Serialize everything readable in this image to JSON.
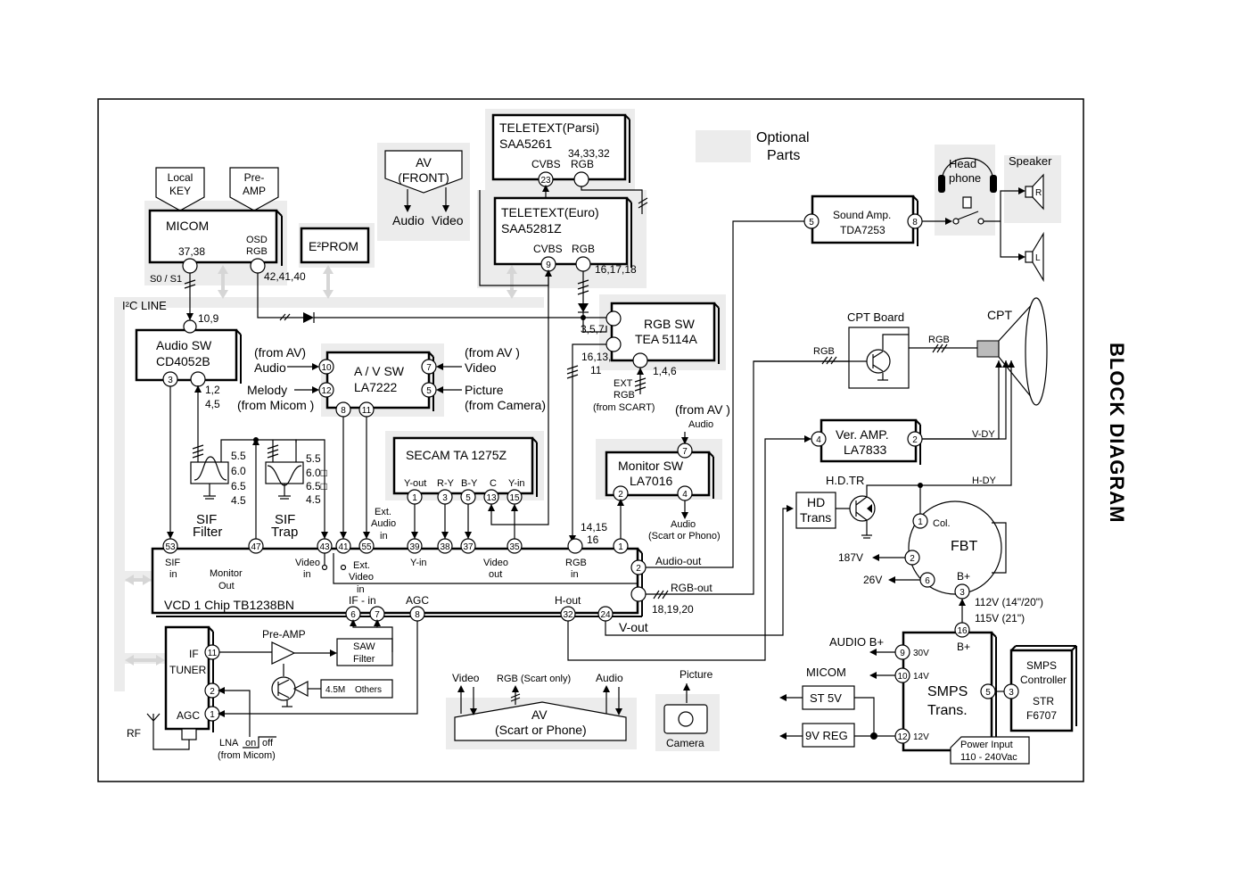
{
  "title": "BLOCK DIAGRAM",
  "legend": {
    "line1": "Optional",
    "line2": "Parts"
  },
  "i2c": "I²C LINE",
  "blocks": {
    "local_key": [
      "Local",
      "KEY"
    ],
    "pre_amp_top": [
      "Pre-",
      "AMP"
    ],
    "micom": {
      "name": "MICOM",
      "pin1": "37,38",
      "pin2a": "OSD",
      "pin2b": "RGB",
      "s0s1": "S0 / S1",
      "rgb_pins": "42,41,40"
    },
    "eeprom": "E²PROM",
    "av_front": {
      "line1": "AV",
      "line2": "(FRONT)",
      "audio": "Audio",
      "video": "Video"
    },
    "teletext_parsi": {
      "line1": "TELETEXT(Parsi)",
      "line2": "SAA5261",
      "cvbs": "CVBS",
      "rgb": "RGB",
      "pins": "34,33,32",
      "pin": "23"
    },
    "teletext_euro": {
      "line1": "TELETEXT(Euro)",
      "line2": "SAA5281Z",
      "cvbs": "CVBS",
      "rgb": "RGB",
      "pins": "16,17,18",
      "pin": "9"
    },
    "audio_sw": {
      "line1": "Audio SW",
      "line2": "CD4052B",
      "pin3": "3",
      "pins": "1,2",
      "pins2": "4,5",
      "top": "10,9"
    },
    "av_sw": {
      "line1": "A / V SW",
      "line2": "LA7222",
      "p10": "10",
      "p12": "12",
      "p7": "7",
      "p5": "5",
      "p8": "8",
      "p11": "11"
    },
    "av_sw_labels": {
      "from_av_audio_1": "(from AV)",
      "from_av_audio_2": "Audio",
      "melody_1": "Melody",
      "melody_2": "(from  Micom )",
      "from_av_video_1": "(from AV )",
      "from_av_video_2": "Video",
      "picture_1": "Picture",
      "picture_2": "(from Camera)"
    },
    "rgb_sw": {
      "line1": "RGB SW",
      "line2": "TEA 5114A",
      "pins_a": "3,5,7",
      "pins_b": "16,13,",
      "pins_c": "11",
      "pins_d": "1,4,6",
      "ext1": "EXT",
      "ext2": "RGB",
      "ext3": "(from SCART)"
    },
    "secam": {
      "line1": "SECAM    TA 1275Z",
      "yout": "Y-out",
      "ry": "R-Y",
      "by": "B-Y",
      "c": "C",
      "yin": "Y-in",
      "p1": "1",
      "p3": "3",
      "p5": "5",
      "p13": "13",
      "p15": "15"
    },
    "monitor_sw": {
      "line1": "Monitor SW",
      "line2": "LA7016",
      "p7": "7",
      "p2": "2",
      "p4": "4",
      "from_av": "(from AV )",
      "audio": "Audio",
      "audio_out1": "Audio",
      "audio_out2": "(Scart or Phono)"
    },
    "sif_filter": {
      "line1": "SIF",
      "line2": "Filter",
      "f1": "5.5",
      "f2": "6.0",
      "f3": "6.5",
      "f4": "4.5"
    },
    "sif_trap": {
      "line1": "SIF",
      "line2": "Trap",
      "f1": "5.5",
      "f2": "6.0□",
      "f3": "6.5□",
      "f4": "4.5"
    },
    "vcd": {
      "name": "VCD 1 Chip  TB1238BN",
      "sif_in1": "SIF",
      "sif_in2": "in",
      "mon1": "Monitor",
      "mon2": "Out",
      "video_in1": "Video",
      "video_in2": "in",
      "ext_video1": "Ext.",
      "ext_video2": "Video",
      "ext_video3": "in",
      "ext_audio1": "Ext.",
      "ext_audio2": "Audio",
      "ext_audio3": "in",
      "yin": "Y-in",
      "video_out1": "Video",
      "video_out2": "out",
      "rgb_in1": "RGB",
      "rgb_in2": "in",
      "if_in": "IF -  in",
      "agc": "AGC",
      "hout": "H-out",
      "p53": "53",
      "p47": "47",
      "p43": "43",
      "p41": "41",
      "p55": "55",
      "p39": "39",
      "p38": "38",
      "p37": "37",
      "p35": "35",
      "p1": "1",
      "p2": "2",
      "p6": "6",
      "p7": "7",
      "p8": "8",
      "p32": "32",
      "p24": "24",
      "rgb_pins1": "14,15",
      "rgb_pins2": "16",
      "audio_out": "Audio-out",
      "rgb_out": "RGB-out",
      "rgb_out_pins": "18,19,20",
      "vout": "V-out"
    },
    "tuner": {
      "if": "IF",
      "name": "TUNER",
      "agc": "AGC",
      "p11": "11",
      "p2": "2",
      "p1": "1",
      "rf": "RF",
      "lna1": "LNA",
      "lna_on": "on",
      "lna_off": "off",
      "lna2": "(from Micom)"
    },
    "pre_amp": "Pre-AMP",
    "saw": {
      "line1": "SAW",
      "line2": "Filter"
    },
    "trap_box": {
      "a": "4.5M",
      "b": "Others"
    },
    "av_scart": {
      "video": "Video",
      "rgb": "RGB (Scart only)",
      "audio": "Audio",
      "line1": "AV",
      "line2": "(Scart or Phone)"
    },
    "camera": {
      "top": "Picture",
      "bottom": "Camera"
    },
    "sound_amp": {
      "line1": "Sound Amp.",
      "line2": "TDA7253",
      "p5": "5",
      "p8": "8"
    },
    "headphone": {
      "line1": "Head",
      "line2": "phone"
    },
    "speaker": {
      "label": "Speaker",
      "r": "R",
      "l": "L"
    },
    "cpt_board": {
      "label": "CPT Board",
      "rgb_in": "RGB",
      "rgb_out": "RGB"
    },
    "cpt": "CPT",
    "ver_amp": {
      "line1": "Ver.  AMP.",
      "line2": "LA7833",
      "p4": "4",
      "p2": "2",
      "vdy": "V-DY"
    },
    "hd": {
      "tr": "H.D.TR",
      "line1": "HD",
      "line2": "Trans",
      "hdy": "H-DY"
    },
    "fbt": {
      "name": "FBT",
      "col": "Col.",
      "bplus": "B+",
      "p1": "1",
      "p2": "2",
      "p6": "6",
      "p3": "3",
      "v187": "187V",
      "v26": "26V",
      "v112": "112V (14\"/20\")",
      "v115": "115V (21\")"
    },
    "smps": {
      "line1": "SMPS",
      "line2": "Trans.",
      "bplus": "B+",
      "p16": "16",
      "p9": "9",
      "p10": "10",
      "p12": "12",
      "p5": "5",
      "v30": "30V",
      "v14": "14V",
      "v12": "12V",
      "audio_b": "AUDIO B+",
      "micom": "MICOM",
      "st5v": "ST 5V",
      "reg9v": "9V REG",
      "power1": "Power Input",
      "power2": "110 - 240Vac"
    },
    "smps_ctrl": {
      "line1": "SMPS",
      "line2": "Controller",
      "line3": "STR",
      "line4": "F6707",
      "p3": "3"
    }
  }
}
